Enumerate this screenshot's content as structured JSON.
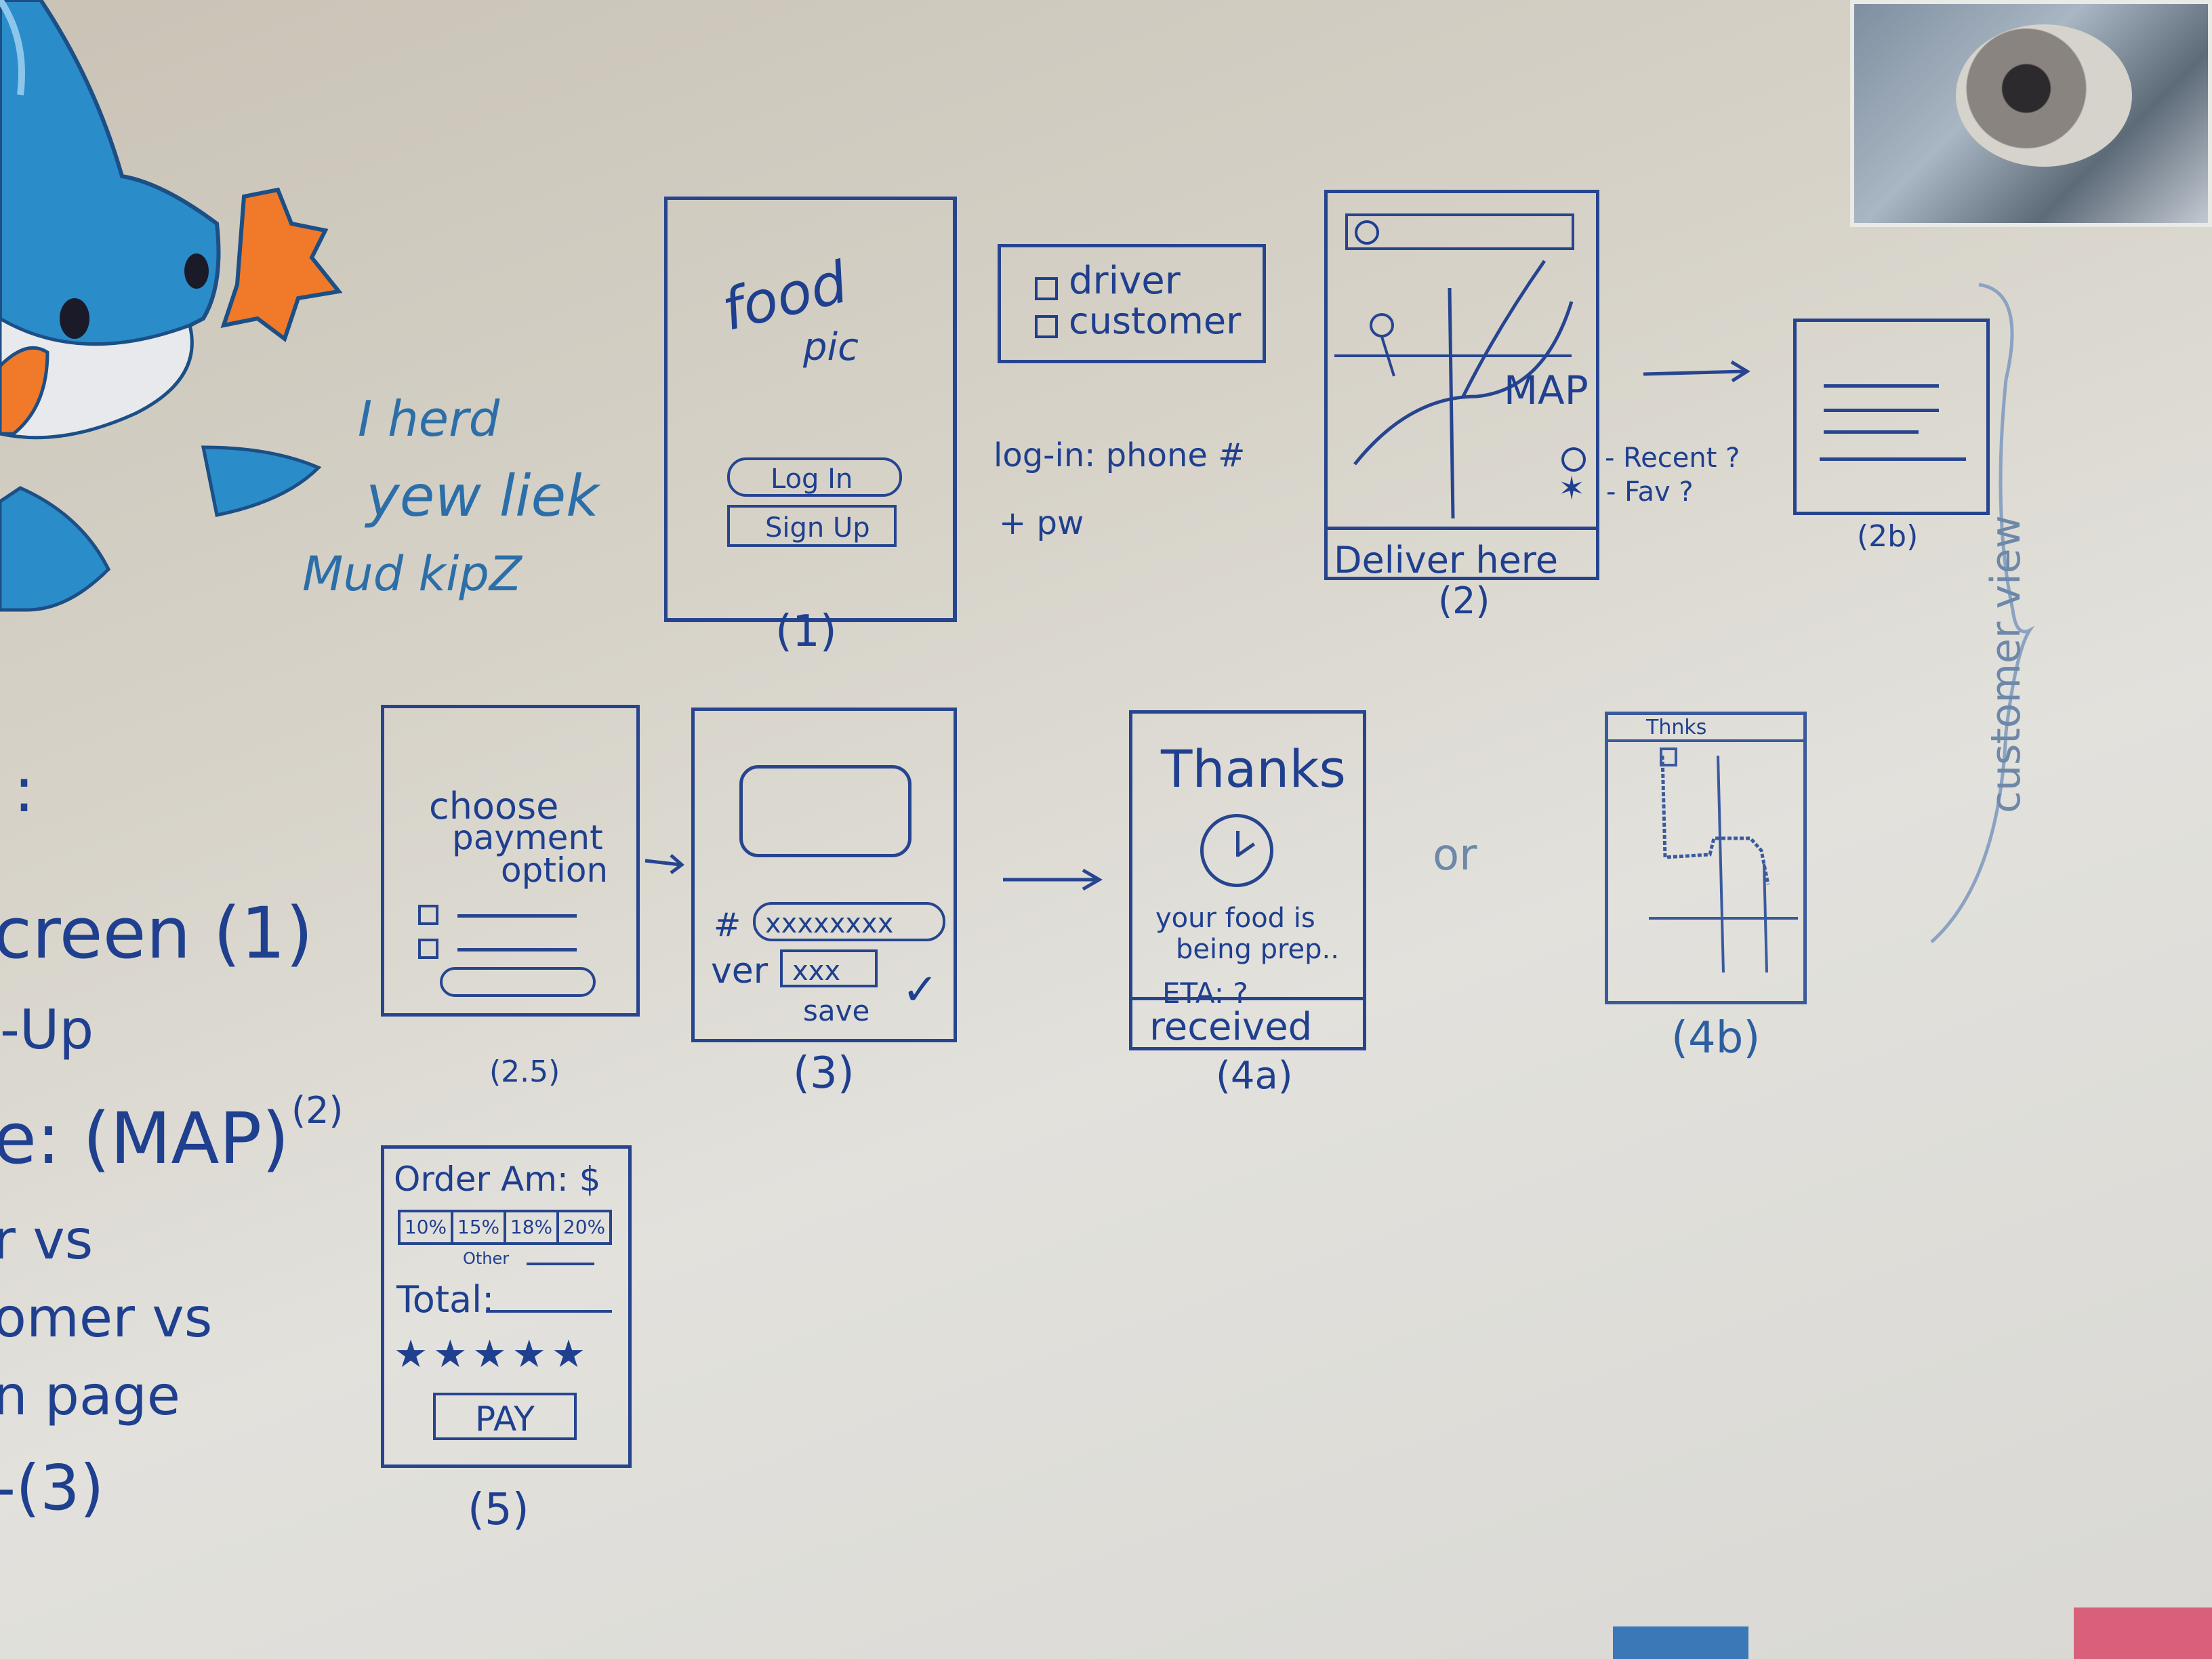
{
  "mascot_text": [
    "I herd",
    "yew liek",
    "Mud kipZ"
  ],
  "left_notes": [
    ":",
    "creen (1)",
    "-Up",
    "e: (MAP)",
    "(2)",
    "r vs",
    "omer vs",
    "n page",
    "-(3)"
  ],
  "screen1": {
    "logo_line1": "food",
    "logo_line2": "pic",
    "login_button": "Log In",
    "signup_button": "Sign Up",
    "caption": "(1)"
  },
  "role_box": {
    "option_driver": "driver",
    "option_customer": "customer"
  },
  "login_note": [
    "log-in: phone #",
    "+ pw"
  ],
  "screen2": {
    "search_icon": "search-icon",
    "map_label": "MAP",
    "deliver_button": "Deliver here",
    "recent_note": "- Recent ?",
    "fav_note": "- Fav ?",
    "caption": "(2)"
  },
  "screen2b": {
    "close_icon": "close-icon",
    "caption": "(2b)"
  },
  "side_label": "customer view",
  "screen2_5": {
    "title_line1": "choose",
    "title_line2": "payment",
    "title_line3": "option",
    "caption": "(2.5)"
  },
  "screen3": {
    "number_label": "#",
    "number_value": "xxxxxxxx",
    "ver_label": "ver",
    "ver_value": "xxx",
    "save_label": "save",
    "caption": "(3)"
  },
  "screen4a": {
    "title": "Thanks",
    "message_line1": "your food is",
    "message_line2": "being prep..",
    "eta": "ETA: ?",
    "status_button": "received",
    "caption": "(4a)"
  },
  "or_text": "or",
  "screen4b": {
    "title": "Thnks",
    "caption": "(4b)"
  },
  "screen5": {
    "order_amount": "Order Am: $",
    "tips": [
      "10%",
      "15%",
      "18%",
      "20%"
    ],
    "other": "Other",
    "total": "Total:",
    "stars": "★★★★★",
    "pay_button": "PAY",
    "caption": "(5)"
  },
  "accent_colors": {
    "ink": "#1f3f8f",
    "mascot_blue": "#2a8cc8",
    "mascot_orange": "#f07a2a"
  }
}
